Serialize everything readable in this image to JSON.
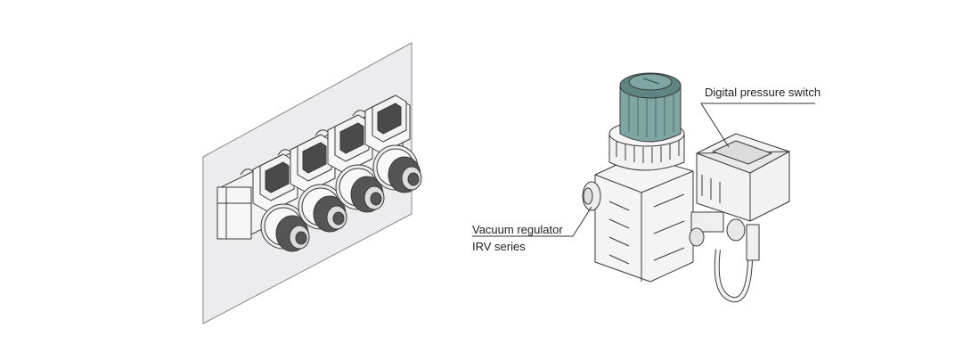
{
  "labels": {
    "digital_pressure_switch": "Digital pressure switch",
    "vacuum_regulator": "Vacuum regulator",
    "irv_series": "IRV series"
  },
  "colors": {
    "panel_fill": "#ececee",
    "line": "#3a3a3a",
    "body_fill": "#f4f4f4",
    "knob_dark": "#555555",
    "knob_teal": "#7fa6a2",
    "knob_teal_dark": "#5e8581",
    "screen": "#4a4a4a"
  },
  "icons": {
    "left_figure": "manifold-regulators-with-pressure-switches-illustration",
    "right_figure": "vacuum-regulator-with-digital-pressure-switch-illustration"
  }
}
